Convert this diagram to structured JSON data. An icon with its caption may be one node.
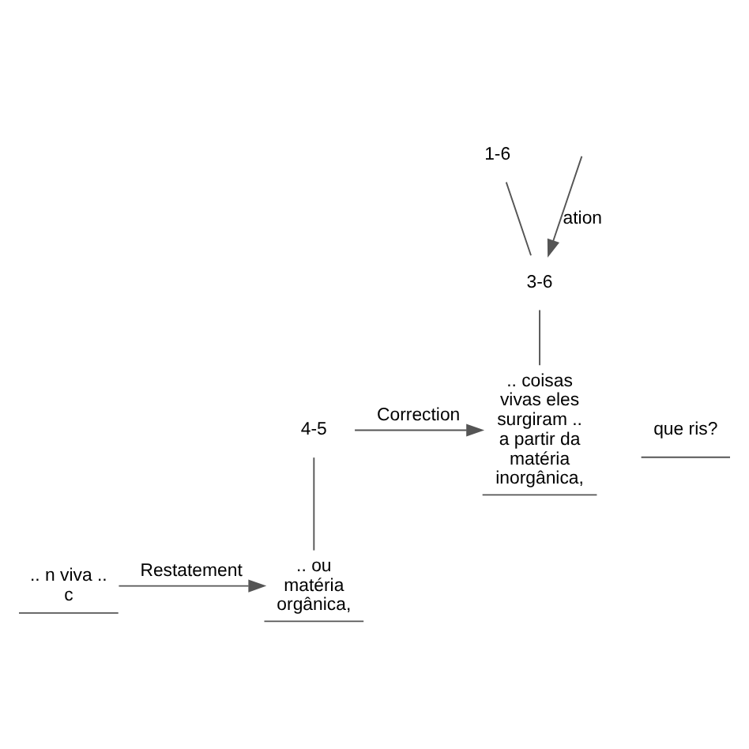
{
  "diagram": {
    "nodes": [
      {
        "text": [
          "1-6"
        ]
      },
      {
        "text": [
          "3-6"
        ]
      },
      {
        "text": [
          "que ris?"
        ]
      },
      {
        "text": [
          ".. coisas vivas eles surgiram .. a partir da matéria inorgânica,"
        ]
      },
      {
        "text": [
          "4-5"
        ]
      },
      {
        "text": [
          ".. ou matéria orgânica,"
        ]
      },
      {
        "text": [
          ".. n viva .. c"
        ]
      }
    ],
    "edges": [
      {
        "from": null,
        "to": 1,
        "arrow": "to",
        "label": "ation"
      },
      {
        "from": 0,
        "to": 1,
        "arrow": "none"
      },
      {
        "from": 1,
        "to": 3,
        "arrow": "none"
      },
      {
        "from": 4,
        "to": 3,
        "arrow": "to",
        "label": "Correction"
      },
      {
        "from": 4,
        "to": 5,
        "arrow": "none"
      },
      {
        "from": 6,
        "to": 5,
        "arrow": "to",
        "label": "Restatement"
      }
    ]
  }
}
